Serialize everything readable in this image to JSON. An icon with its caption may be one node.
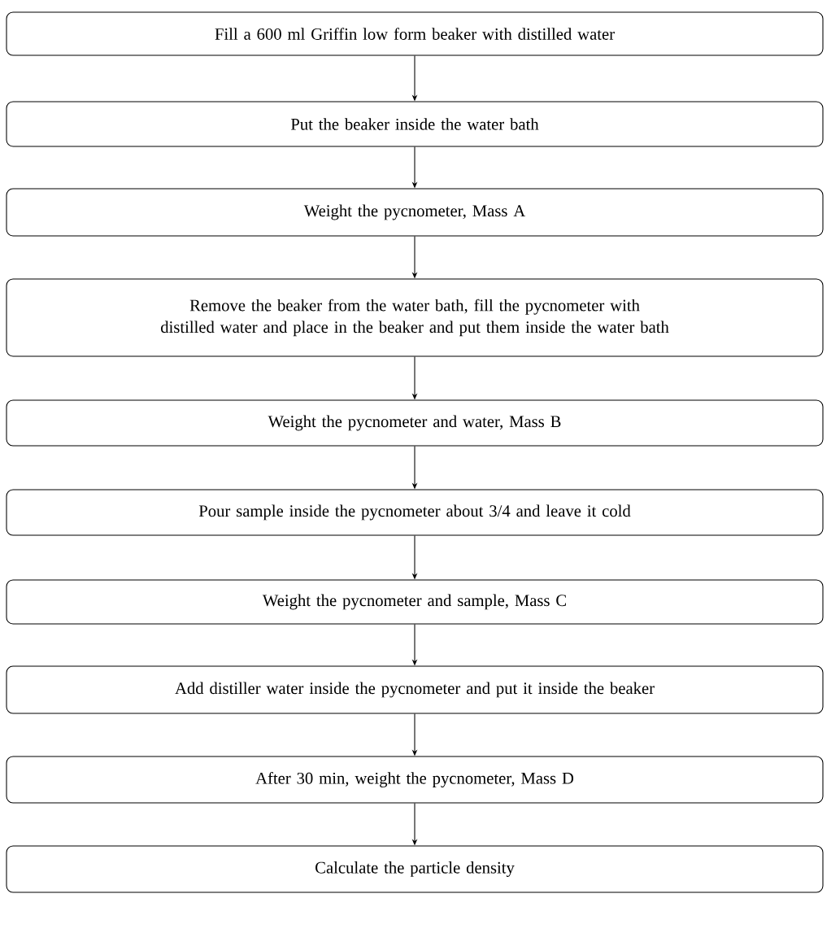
{
  "diagram": {
    "nodes": [
      {
        "text": [
          "Fill a 600 ml Griffin low form beaker with distilled water"
        ]
      },
      {
        "text": [
          "Put the beaker inside the water bath"
        ]
      },
      {
        "text": [
          "Weight the pycnometer, Mass A"
        ]
      },
      {
        "text": [
          "Remove the beaker from the water bath, fill the pycnometer with distilled water and place in the beaker and put them inside the water bath"
        ]
      },
      {
        "text": [
          "Weight the pycnometer and water, Mass B"
        ]
      },
      {
        "text": [
          "Pour sample inside the pycnometer about 3/4 and leave it cold"
        ]
      },
      {
        "text": [
          "Weight the pycnometer and sample, Mass C"
        ]
      },
      {
        "text": [
          "Add distiller water inside the pycnometer and put it inside the beaker"
        ]
      },
      {
        "text": [
          "After 30 min, weight the pycnometer, Mass D"
        ]
      },
      {
        "text": [
          "Calculate the particle density"
        ]
      }
    ],
    "edges": [
      {
        "from": 0,
        "to": 1,
        "arrow": "to"
      },
      {
        "from": 1,
        "to": 2,
        "arrow": "to"
      },
      {
        "from": 2,
        "to": 3,
        "arrow": "to"
      },
      {
        "from": 3,
        "to": 4,
        "arrow": "to"
      },
      {
        "from": 4,
        "to": 5,
        "arrow": "to"
      },
      {
        "from": 5,
        "to": 6,
        "arrow": "to"
      },
      {
        "from": 6,
        "to": 7,
        "arrow": "to"
      },
      {
        "from": 7,
        "to": 8,
        "arrow": "to"
      },
      {
        "from": 8,
        "to": 9,
        "arrow": "to"
      }
    ]
  }
}
